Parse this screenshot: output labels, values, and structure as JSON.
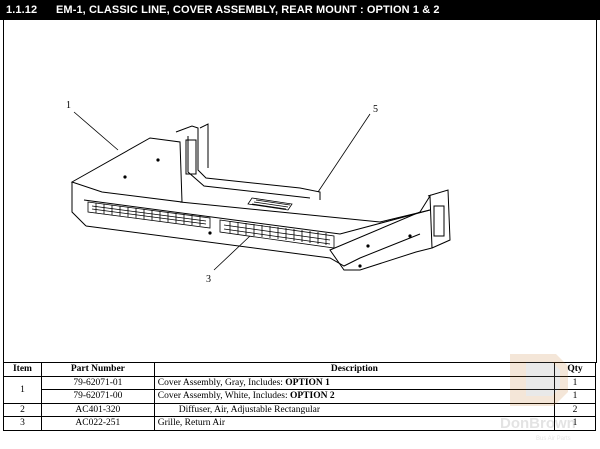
{
  "header": {
    "section_number": "1.1.12",
    "title": "EM-1, CLASSIC LINE, COVER ASSEMBLY, REAR MOUNT : OPTION 1 & 2"
  },
  "drawing": {
    "callouts": [
      "1",
      "5",
      "3"
    ]
  },
  "table": {
    "headers": {
      "item": "Item",
      "part_number": "Part Number",
      "description": "Description",
      "qty": "Qty"
    },
    "rows": [
      {
        "item": "1",
        "part_number": "79-62071-01",
        "desc_text": "Cover Assembly, Gray, Includes: ",
        "desc_bold": "OPTION 1",
        "qty": "1"
      },
      {
        "item": "",
        "part_number": "79-62071-00",
        "desc_text": "Cover Assembly, White, Includes: ",
        "desc_bold": "OPTION 2",
        "qty": "1"
      },
      {
        "item": "2",
        "part_number": "AC401-320",
        "desc_text": "Diffuser, Air, Adjustable Rectangular",
        "desc_bold": "",
        "qty": "2"
      },
      {
        "item": "3",
        "part_number": "AC022-251",
        "desc_text": "Grille, Return Air",
        "desc_bold": "",
        "qty": "1"
      }
    ]
  },
  "watermark": {
    "text": "DonBrown",
    "subtext": "Bus Air Parts"
  },
  "colors": {
    "header_bg": "#000000",
    "header_text": "#ffffff",
    "line": "#000000"
  }
}
